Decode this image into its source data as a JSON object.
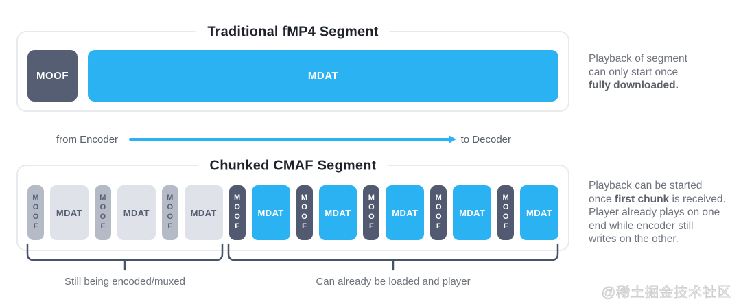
{
  "colors": {
    "accent_blue": "#2ab2f2",
    "dark_slate": "#565e73",
    "chunk_dark": "#515a70",
    "gray_moof": "#b4bac6",
    "gray_mdat": "#dfe2e8",
    "brace": "#47526b",
    "title_text": "#1e222a",
    "body_text": "#6d727b",
    "container_border": "#e9eaee"
  },
  "top_section": {
    "title": "Traditional fMP4 Segment",
    "moof_label": "MOOF",
    "mdat_label": "MDAT",
    "note": {
      "line1": "Playback of segment",
      "line2": "can only start once",
      "line3_bold": "fully downloaded."
    }
  },
  "flow_arrow": {
    "from_label": "from Encoder",
    "to_label": "to Decoder"
  },
  "bottom_section": {
    "title": "Chunked CMAF Segment",
    "chunks": [
      {
        "type": "moof",
        "state": "pending",
        "label": "MOOF"
      },
      {
        "type": "mdat",
        "state": "pending",
        "label": "MDAT"
      },
      {
        "type": "moof",
        "state": "pending",
        "label": "MOOF"
      },
      {
        "type": "mdat",
        "state": "pending",
        "label": "MDAT"
      },
      {
        "type": "moof",
        "state": "pending",
        "label": "MOOF"
      },
      {
        "type": "mdat",
        "state": "pending",
        "label": "MDAT"
      },
      {
        "type": "moof",
        "state": "ready",
        "label": "MOOF"
      },
      {
        "type": "mdat",
        "state": "ready",
        "label": "MDAT"
      },
      {
        "type": "moof",
        "state": "ready",
        "label": "MOOF"
      },
      {
        "type": "mdat",
        "state": "ready",
        "label": "MDAT"
      },
      {
        "type": "moof",
        "state": "ready",
        "label": "MOOF"
      },
      {
        "type": "mdat",
        "state": "ready",
        "label": "MDAT"
      },
      {
        "type": "moof",
        "state": "ready",
        "label": "MOOF"
      },
      {
        "type": "mdat",
        "state": "ready",
        "label": "MDAT"
      },
      {
        "type": "moof",
        "state": "ready",
        "label": "MOOF"
      },
      {
        "type": "mdat",
        "state": "ready",
        "label": "MDAT"
      }
    ],
    "brace_left_label": "Still being encoded/muxed",
    "brace_right_label": "Can already be loaded and player",
    "note": {
      "line1": "Playback can be started",
      "line2_pre": "once ",
      "line2_bold": "first chunk",
      "line2_post": " is received.",
      "line3": "Player already plays on one",
      "line4": "end while encoder still",
      "line5": "writes on the other."
    }
  },
  "watermark": "@稀土掘金技术社区"
}
